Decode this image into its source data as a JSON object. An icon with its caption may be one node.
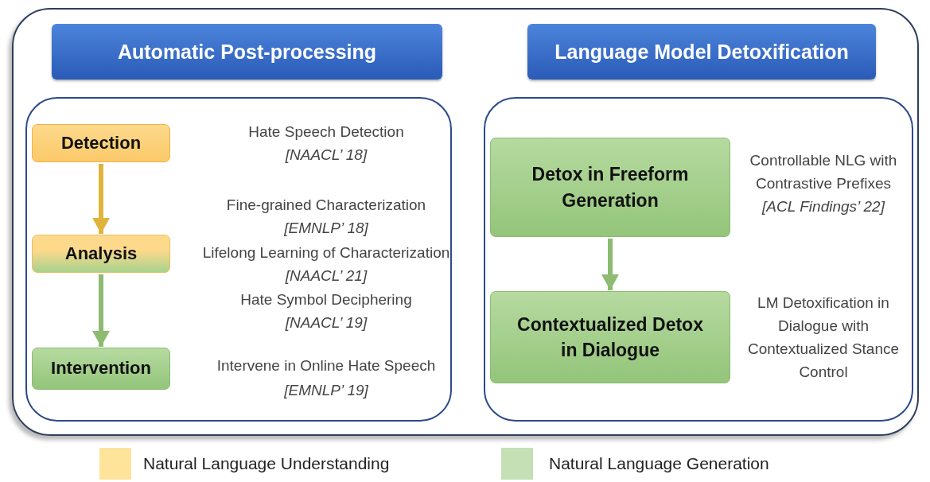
{
  "diagram": {
    "nodes": [
      {
        "text": [],
        "shape": "box"
      },
      {
        "text": [
          "Automatic Post-processing"
        ],
        "in": 0
      },
      {
        "text": [
          "Language Model Detoxification"
        ],
        "in": 0
      },
      {
        "text": [],
        "shape": "box",
        "in": 0
      },
      {
        "text": [],
        "shape": "box",
        "in": 0
      },
      {
        "text": [
          "Detection"
        ],
        "in": 3,
        "beside": [
          "Hate Speech Detection",
          "[NAACL’ 18]"
        ]
      },
      {
        "text": [
          "Analysis"
        ],
        "in": 3,
        "beside": [
          "Fine-grained Characterization",
          "[EMNLP’ 18]",
          "Lifelong Learning of Characterization",
          "[NAACL’ 21]",
          "Hate Symbol Deciphering",
          "[NAACL’ 19]"
        ]
      },
      {
        "text": [
          "Intervention"
        ],
        "in": 3,
        "beside": [
          "Intervene in Online Hate Speech",
          "[EMNLP’ 19]"
        ]
      },
      {
        "text": [
          "Detox in Freeform Generation"
        ],
        "in": 4,
        "beside": [
          "Controllable NLG with Contrastive Prefixes",
          "[ACL Findings’ 22]"
        ]
      },
      {
        "text": [
          "Contextualized Detox in Dialogue"
        ],
        "in": 4,
        "beside": [
          "LM Detoxification in Dialogue with Contextualized Stance Control"
        ]
      }
    ],
    "edges": [
      {
        "from": 5,
        "to": 6,
        "arrow": "to",
        "color": "#e0b43c"
      },
      {
        "from": 6,
        "to": 7,
        "arrow": "to"
      },
      {
        "from": 8,
        "to": 9,
        "arrow": "to"
      }
    ],
    "legend": [
      {
        "text": "Natural Language Understanding",
        "color": "#fde49a"
      },
      {
        "text": "Natural Language Generation",
        "color": "#c5e0b4"
      }
    ]
  }
}
